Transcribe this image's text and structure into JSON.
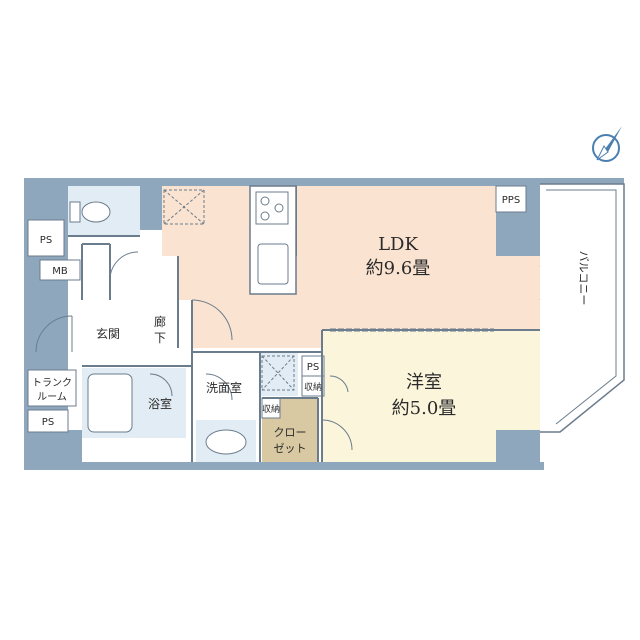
{
  "colors": {
    "wall": "#8fa7bd",
    "ldk": "#fae3d0",
    "western": "#fbf5dc",
    "wet": "#e2ecf4",
    "closet": "#d8c9a2",
    "floor": "#ffffff",
    "line": "#6b7c8c",
    "compass": "#4a7fb0"
  },
  "rooms": {
    "ldk": {
      "name": "LDK",
      "size": "約9.6畳"
    },
    "western": {
      "name": "洋室",
      "size": "約5.0畳"
    },
    "entrance": "玄関",
    "hallway_1": "廊",
    "hallway_2": "下",
    "washroom": "洗面室",
    "bathroom": "浴室",
    "closet_1": "クロー",
    "closet_2": "ゼット",
    "storage_1": "収納",
    "storage_2": "収納",
    "trunk_1": "トランク",
    "trunk_2": "ルーム",
    "balcony": "バルコニー"
  },
  "labels": {
    "ps_top": "PS",
    "mb": "MB",
    "ps_bottom": "PS",
    "ps_center": "PS",
    "pps": "PPS"
  },
  "compass": {
    "icon": "north-arrow-icon"
  }
}
